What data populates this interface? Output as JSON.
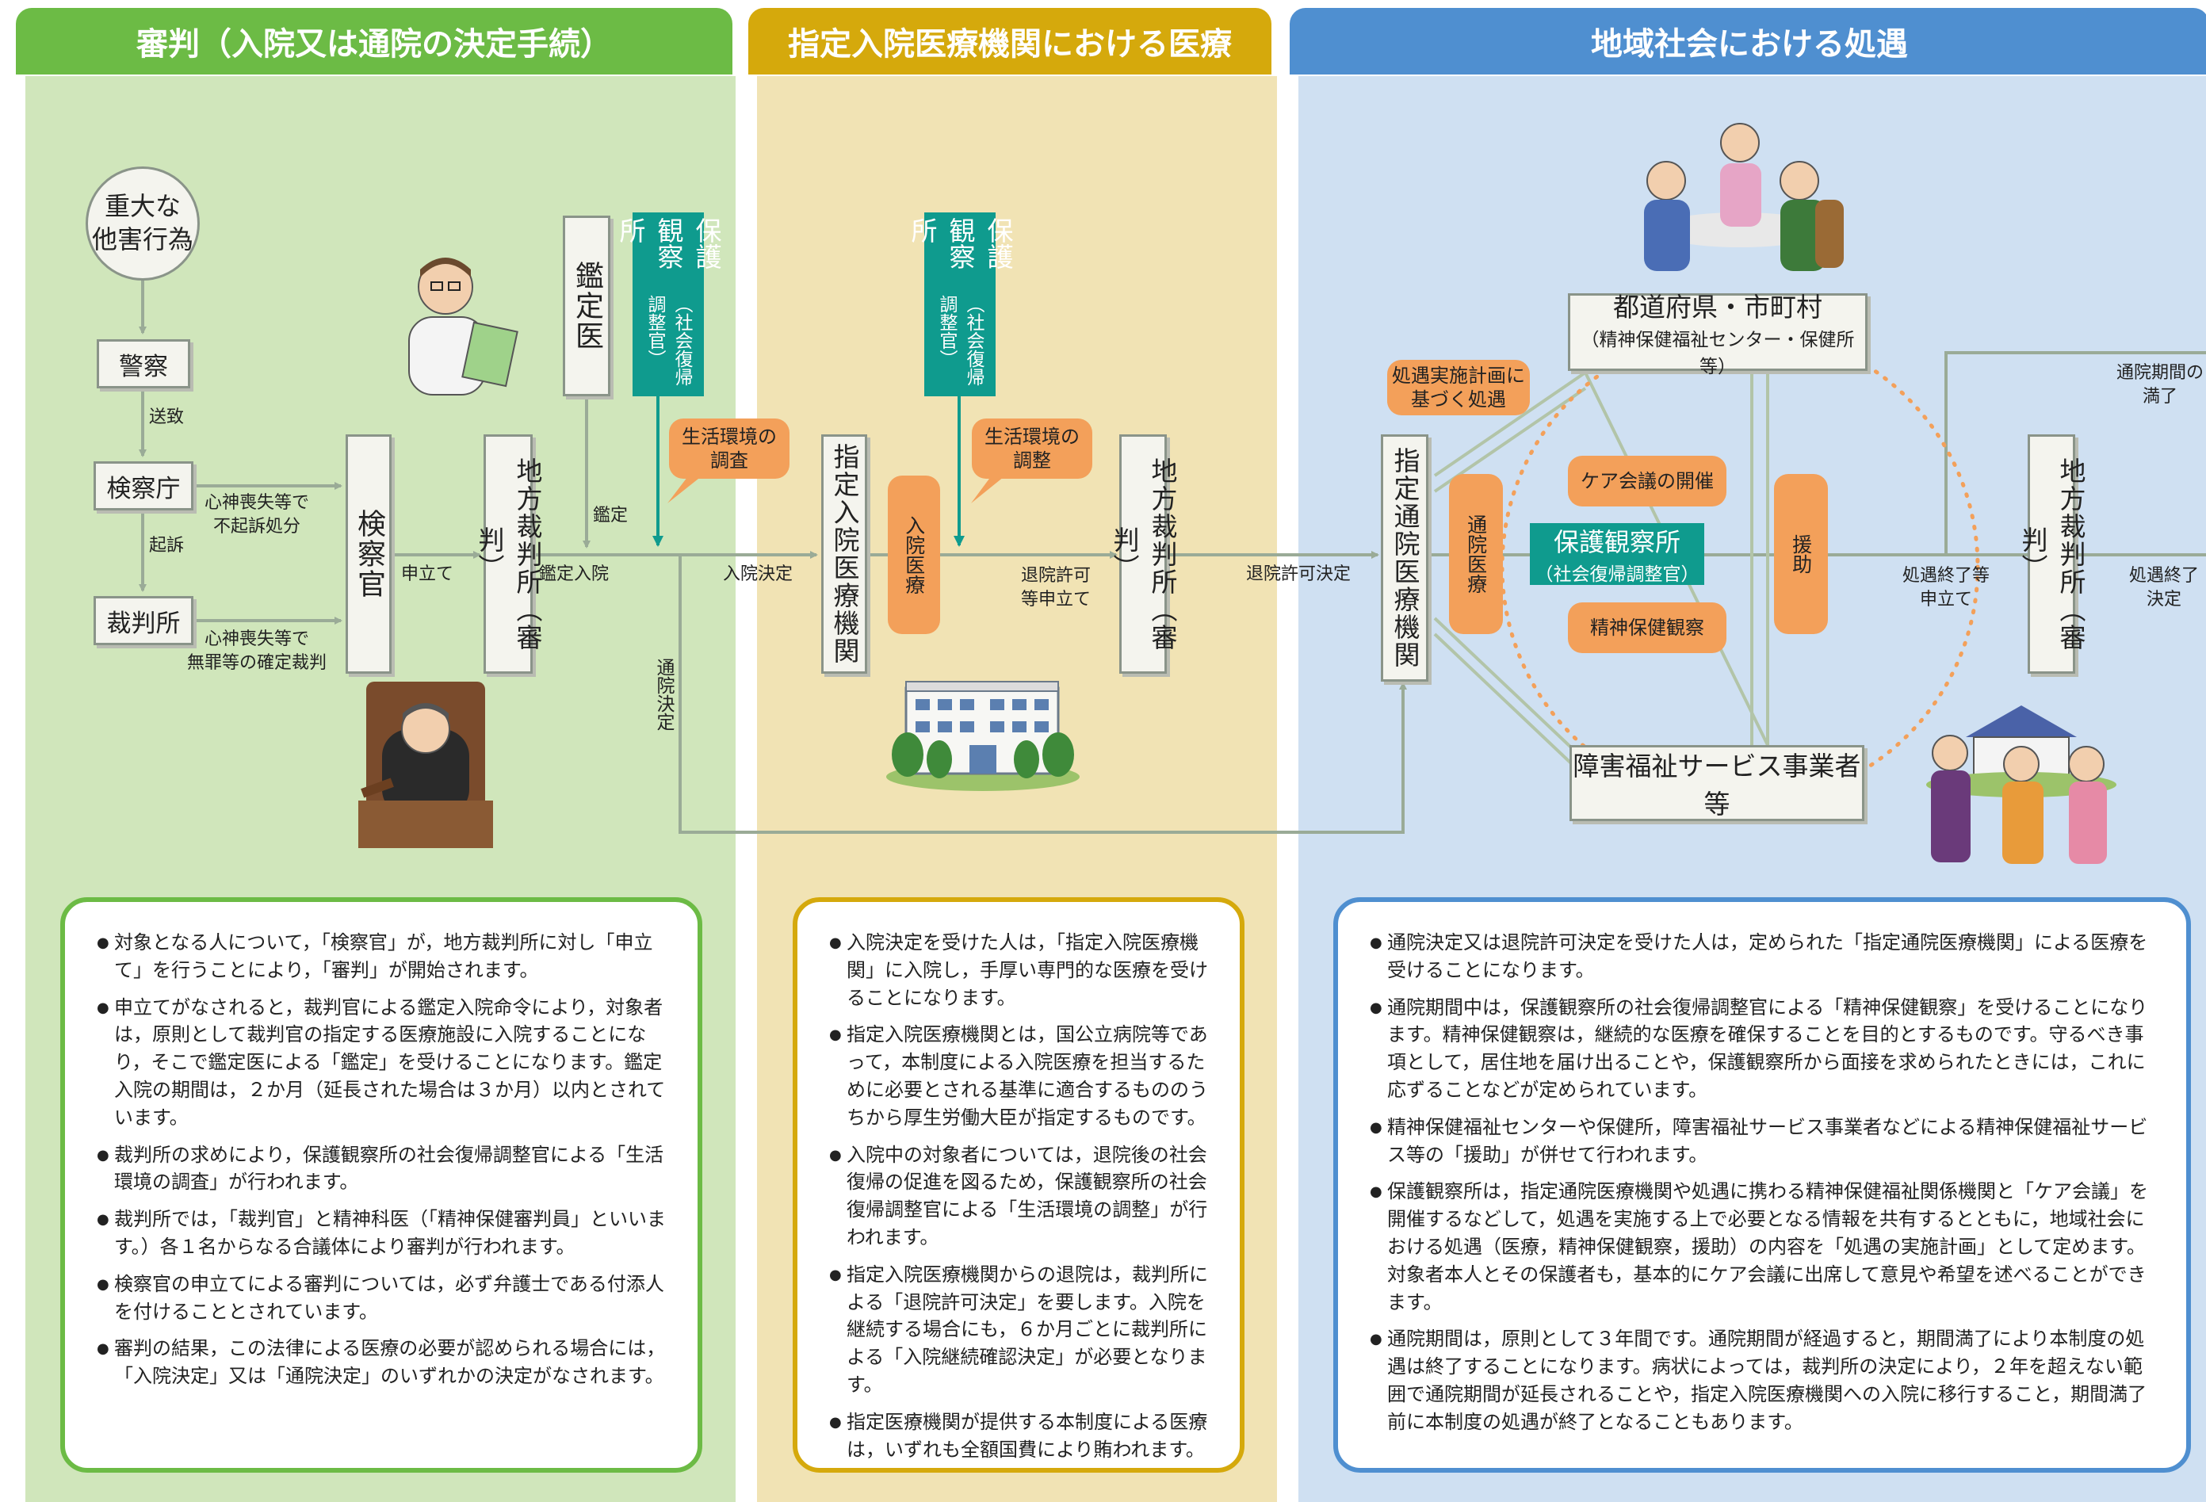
{
  "colors": {
    "green_header": "#6cbb45",
    "green_panel": "#d0e6bb",
    "yellow_header": "#d5a90c",
    "yellow_panel": "#f1e3b4",
    "blue_header": "#4f8fd0",
    "blue_panel": "#cfe0f2",
    "teal": "#0f9b8e",
    "orange": "#f3a05a"
  },
  "headers": {
    "h1": "審判（入院又は通院の決定手続）",
    "h2": "指定入院医療機関における医療",
    "h3": "地域社会における処遇"
  },
  "flow": {
    "start": "重大な\n他害行為",
    "police": "警察",
    "prosecutor_office": "検察庁",
    "court": "裁判所",
    "prosecutor": "検察官",
    "district_court_1": "地方裁判所（審判）",
    "appraiser": "鑑定医",
    "probation_1": "保護観察所",
    "probation_1_sub": "（社会復帰調整官）",
    "env_survey": "生活環境の\n調査",
    "designated_inpatient": "指定入院医療機関",
    "inpatient_care": "入院医療",
    "probation_2": "保護観察所",
    "probation_2_sub": "（社会復帰調整官）",
    "env_adjust": "生活環境の\n調整",
    "district_court_2": "地方裁判所（審判）",
    "designated_outpatient": "指定通院医療機関",
    "outpatient_care": "通院医療",
    "plan_based": "処遇実施計画に\n基づく処遇",
    "prefecture": "都道府県・市町村",
    "prefecture_sub": "（精神保健福祉センター・保健所等）",
    "care_meeting": "ケア会議の開催",
    "probation_3": "保護観察所",
    "probation_3_sub": "（社会復帰調整官）",
    "mental_observation": "精神保健観察",
    "support": "援助",
    "welfare_provider": "障害福祉サービス事業者等",
    "district_court_3": "地方裁判所（審判）"
  },
  "labels": {
    "sending": "送致",
    "indictment": "起訴",
    "non_prosecution": "心神喪失等で\n不起訴処分",
    "acquittal": "心神喪失等で\n無罪等の確定裁判",
    "petition": "申立て",
    "appraisal": "鑑定",
    "appraisal_admission": "鑑定入院",
    "admission_decision": "入院決定",
    "outpatient_decision": "通院決定",
    "discharge_petition": "退院許可\n等申立て",
    "discharge_decision": "退院許可決定",
    "end_petition": "処遇終了等\n申立て",
    "end_decision": "処遇終了\n決定",
    "period_expiry": "通院期間の\n満了"
  },
  "notes": {
    "n1": [
      "対象となる人について，「検察官」が，地方裁判所に対し「申立て」を行うことにより，「審判」が開始されます。",
      "申立てがなされると，裁判官による鑑定入院命令により，対象者は，原則として裁判官の指定する医療施設に入院することになり，そこで鑑定医による「鑑定」を受けることになります。鑑定入院の期間は，２か月（延長された場合は３か月）以内とされています。",
      "裁判所の求めにより，保護観察所の社会復帰調整官による「生活環境の調査」が行われます。",
      "裁判所では，「裁判官」と精神科医（「精神保健審判員」といいます。）各１名からなる合議体により審判が行われます。",
      "検察官の申立てによる審判については，必ず弁護士である付添人を付けることとされています。",
      "審判の結果，この法律による医療の必要が認められる場合には，「入院決定」又は「通院決定」のいずれかの決定がなされます。"
    ],
    "n2": [
      "入院決定を受けた人は，「指定入院医療機関」に入院し，手厚い専門的な医療を受けることになります。",
      "指定入院医療機関とは，国公立病院等であって，本制度による入院医療を担当するために必要とされる基準に適合するもののうちから厚生労働大臣が指定するものです。",
      "入院中の対象者については，退院後の社会復帰の促進を図るため，保護観察所の社会復帰調整官による「生活環境の調整」が行われます。",
      "指定入院医療機関からの退院は，裁判所による「退院許可決定」を要します。入院を継続する場合にも，６か月ごとに裁判所による「入院継続確認決定」が必要となります。",
      "指定医療機関が提供する本制度による医療は，いずれも全額国費により賄われます。"
    ],
    "n3": [
      "通院決定又は退院許可決定を受けた人は，定められた「指定通院医療機関」による医療を受けることになります。",
      "通院期間中は，保護観察所の社会復帰調整官による「精神保健観察」を受けることになります。精神保健観察は，継続的な医療を確保することを目的とするものです。守るべき事項として，居住地を届け出ることや，保護観察所から面接を求められたときには，これに応ずることなどが定められています。",
      "精神保健福祉センターや保健所，障害福祉サービス事業者などによる精神保健福祉サービス等の「援助」が併せて行われます。",
      "保護観察所は，指定通院医療機関や処遇に携わる精神保健福祉関係機関と「ケア会議」を開催するなどして，処遇を実施する上で必要となる情報を共有するとともに，地域社会における処遇（医療，精神保健観察，援助）の内容を「処遇の実施計画」として定めます。対象者本人とその保護者も，基本的にケア会議に出席して意見や希望を述べることができます。",
      "通院期間は，原則として３年間です。通院期間が経過すると，期間満了により本制度の処遇は終了することになります。病状によっては，裁判所の決定により，２年を超えない範囲で通院期間が延長されることや，指定入院医療機関への入院に移行すること，期間満了前に本制度の処遇が終了となることもあります。"
    ]
  }
}
